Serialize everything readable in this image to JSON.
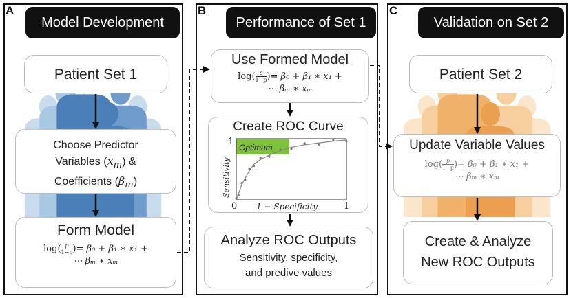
{
  "panel_a": {
    "letter": "A",
    "title": "Model Development",
    "box1": "Patient Set 1",
    "box2": {
      "line1": "Choose Predictor",
      "line2_pre": "Variables (",
      "line2_var": "x",
      "line2_sub": "m",
      "line2_post": ") &",
      "line3_pre": "Coefficients (",
      "line3_var": "β",
      "line3_sub": "m",
      "line3_post": ")"
    },
    "box3": {
      "label": "Form Model",
      "log": "log",
      "p": "p",
      "one_minus_p": "1−p",
      "rhs1": "= β₀ + β₁ ∗ x₁ +",
      "rhs2": "⋯ βₘ ∗ xₘ"
    }
  },
  "panel_b": {
    "letter": "B",
    "title": "Performance of Set 1",
    "box1": {
      "label": "Use Formed Model",
      "log": "log",
      "p": "p",
      "one_minus_p": "1−p",
      "rhs1": "= β₀ + β₁ ∗ x₁ +",
      "rhs2": "⋯ βₘ ∗ xₘ"
    },
    "box2": {
      "label": "Create ROC Curve",
      "optimum": "Optimum",
      "ylabel": "Sensitivity",
      "xlabel": "1 − Specificity",
      "y_tick_top": "1",
      "x_tick_left": "0",
      "x_tick_right": "1"
    },
    "box3": {
      "label": "Analyze ROC Outputs",
      "line1": "Sensitivity, specificity,",
      "line2": "and predive values"
    }
  },
  "panel_c": {
    "letter": "C",
    "title": "Validation on Set 2",
    "box1": "Patient Set 2",
    "box2": {
      "label": "Update Variable Values",
      "log": "log",
      "p": "p",
      "one_minus_p": "1−p",
      "rhs1": "= β₀ + β₁ ∗ x₁ +",
      "rhs2": "⋯ βₘ ∗ xₘ"
    },
    "box3": {
      "line1": "Create & Analyze",
      "line2": "New ROC Outputs"
    }
  },
  "colors": {
    "people_blue": [
      "#c8dced",
      "#a9c8e2",
      "#6f9ccc",
      "#4a7fb8"
    ],
    "people_orange": [
      "#fbe6cc",
      "#f7cf9e",
      "#f0b26a",
      "#eaa050"
    ],
    "optimum_green": "#7ec23a",
    "roc_line": "#888888",
    "border": "#111111"
  },
  "roc_curve": {
    "points": [
      [
        0,
        0
      ],
      [
        0.02,
        0.1
      ],
      [
        0.05,
        0.25
      ],
      [
        0.08,
        0.35
      ],
      [
        0.12,
        0.48
      ],
      [
        0.16,
        0.58
      ],
      [
        0.22,
        0.66
      ],
      [
        0.3,
        0.73
      ],
      [
        0.4,
        0.8
      ],
      [
        0.5,
        0.86
      ],
      [
        0.62,
        0.9
      ],
      [
        0.75,
        0.93
      ],
      [
        0.88,
        0.96
      ],
      [
        1,
        0.98
      ]
    ]
  }
}
